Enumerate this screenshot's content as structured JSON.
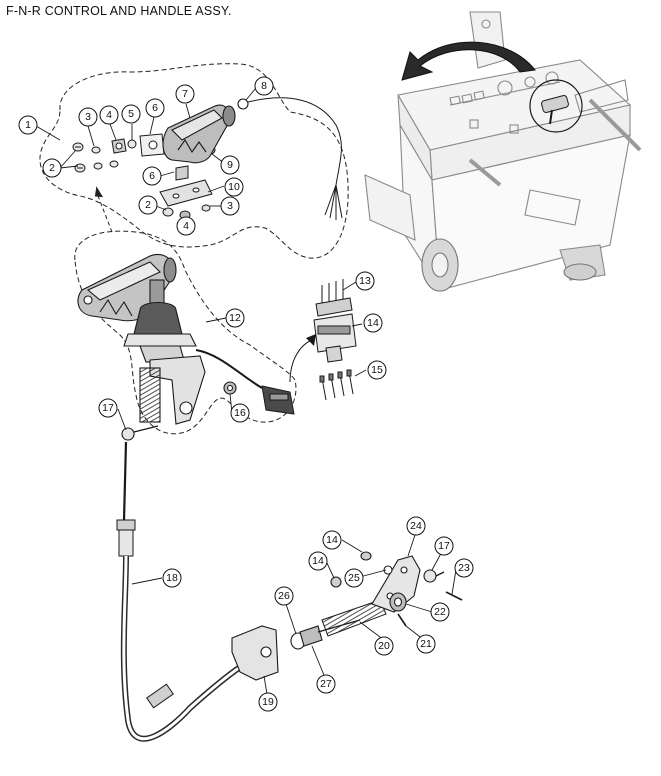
{
  "title": "F-N-R  CONTROL AND HANDLE  ASSY.",
  "callouts": [
    {
      "number": "1"
    },
    {
      "number": "2"
    },
    {
      "number": "3"
    },
    {
      "number": "4"
    },
    {
      "number": "5"
    },
    {
      "number": "6"
    },
    {
      "number": "7"
    },
    {
      "number": "8"
    },
    {
      "number": "9"
    },
    {
      "number": "6"
    },
    {
      "number": "10"
    },
    {
      "number": "2"
    },
    {
      "number": "4"
    },
    {
      "number": "3"
    },
    {
      "number": "12"
    },
    {
      "number": "13"
    },
    {
      "number": "14"
    },
    {
      "number": "15"
    },
    {
      "number": "16"
    },
    {
      "number": "17"
    },
    {
      "number": "18"
    },
    {
      "number": "14"
    },
    {
      "number": "24"
    },
    {
      "number": "17"
    },
    {
      "number": "14"
    },
    {
      "number": "25"
    },
    {
      "number": "23"
    },
    {
      "number": "22"
    },
    {
      "number": "26"
    },
    {
      "number": "20"
    },
    {
      "number": "21"
    },
    {
      "number": "27"
    },
    {
      "number": "19"
    }
  ],
  "colors": {
    "line": "#1a1a1a",
    "ghost": "#8a8a8a",
    "fill_light": "#e6e6e6",
    "fill_mid": "#bdbdbd",
    "fill_dark": "#6f6f6f"
  }
}
